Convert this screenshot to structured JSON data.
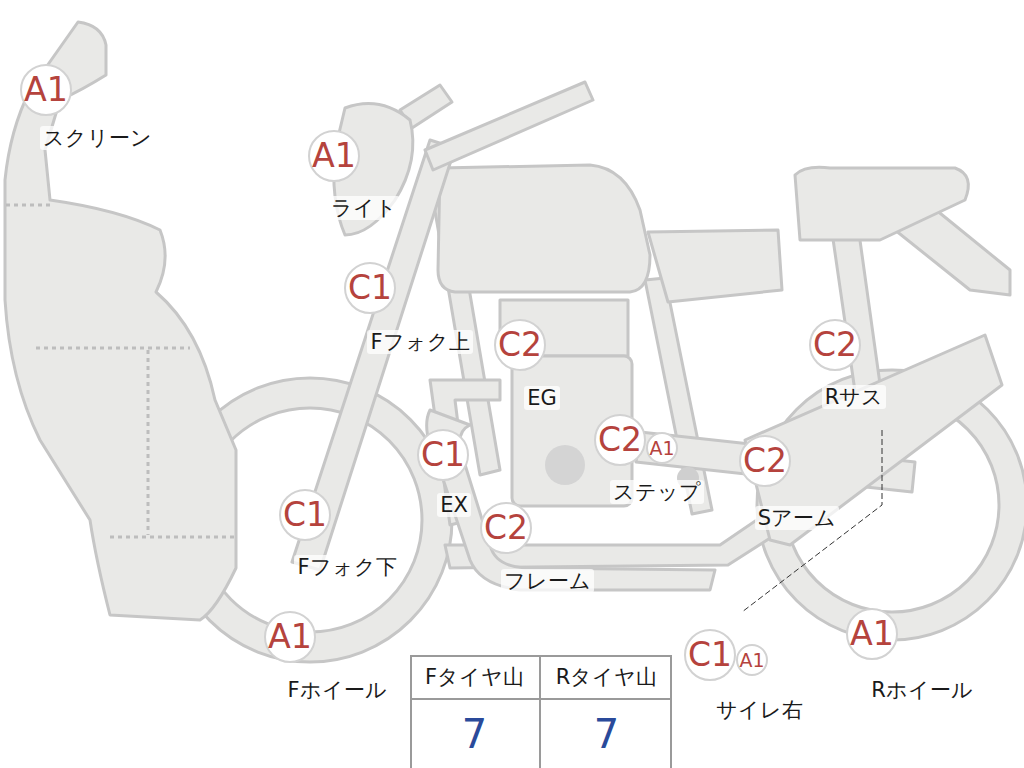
{
  "diagram": {
    "nodes": [
      {
        "text": [
          "A1",
          "スクリーン"
        ]
      },
      {
        "text": [
          "A1",
          "ライト"
        ]
      },
      {
        "text": [
          "C1",
          "Fフォク上"
        ]
      },
      {
        "text": [
          "C2",
          "EG"
        ]
      },
      {
        "text": [
          "C2",
          "Rサス"
        ]
      },
      {
        "text": [
          "C1",
          "EX"
        ]
      },
      {
        "text": [
          "C2",
          "ステップ"
        ]
      },
      {
        "text": [
          "A1"
        ]
      },
      {
        "text": [
          "C2",
          "Sアーム"
        ]
      },
      {
        "text": [
          "C1",
          "Fフォク下"
        ]
      },
      {
        "text": [
          "C2",
          "フレーム"
        ]
      },
      {
        "text": [
          "C1",
          "サイレ右"
        ]
      },
      {
        "text": [
          "A1"
        ]
      },
      {
        "text": [
          "A1",
          "Fホイール"
        ]
      },
      {
        "text": [
          "A1",
          "Rホイール"
        ]
      }
    ],
    "labels": [
      "Fタイヤ山",
      "Rタイヤ山",
      "7",
      "7"
    ]
  }
}
